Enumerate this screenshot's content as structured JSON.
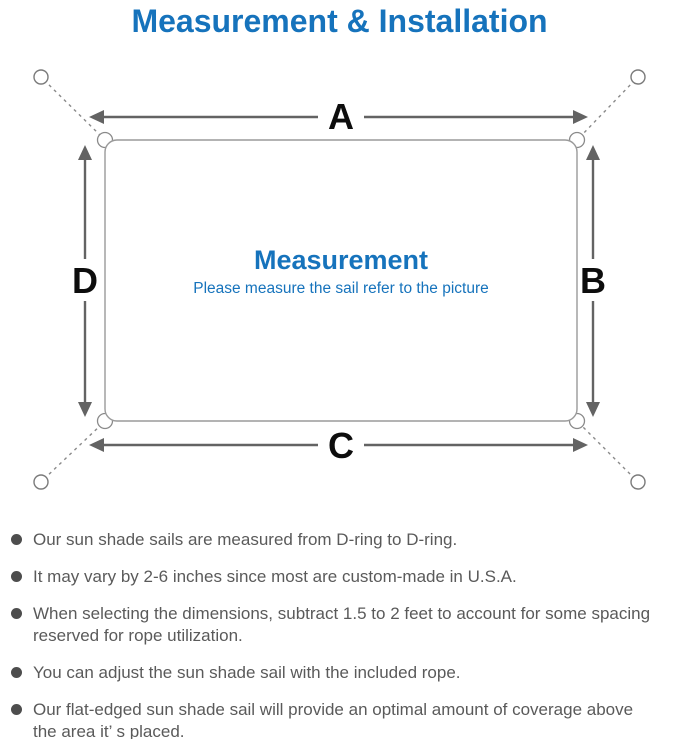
{
  "page": {
    "title": "Measurement & Installation"
  },
  "diagram": {
    "center_title": "Measurement",
    "center_subtitle": "Please measure the sail refer to the picture",
    "edge_labels": {
      "top": "A",
      "right": "B",
      "bottom": "C",
      "left": "D"
    }
  },
  "bullets": [
    {
      "lines": [
        "Our sun shade sails are measured from D-ring to D-ring."
      ]
    },
    {
      "lines": [
        "It may vary by 2-6 inches since most are custom-made in U.S.A."
      ]
    },
    {
      "lines": [
        "When selecting the dimensions, subtract 1.5 to 2 feet to account for some spacing",
        "reserved for rope utilization."
      ]
    },
    {
      "lines": [
        "You can adjust the sun shade sail with the included rope."
      ]
    },
    {
      "lines": [
        "Our flat-edged sun shade sail will provide an optimal amount of coverage above",
        "the area it’ s placed."
      ]
    }
  ],
  "colors": {
    "accent_blue": "#1673bc",
    "diagram_line_gray": "#9a9a9a",
    "rope_dash_gray": "#8a8a8a",
    "arrow_gray": "#636363",
    "text_gray": "#5a5a5a",
    "label_black": "#0d0d0d"
  }
}
